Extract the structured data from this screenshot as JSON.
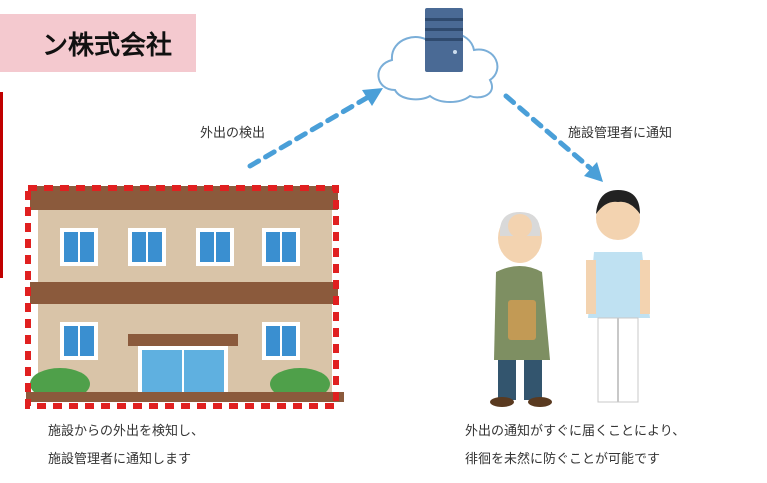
{
  "banner": {
    "company_text": "ン株式会社"
  },
  "labels": {
    "detect_out": "外出の検出",
    "notify_manager": "施設管理者に通知"
  },
  "captions": {
    "left_line1": "施設からの外出を検知し、",
    "left_line2": "施設管理者に通知します",
    "right_line1": "外出の通知がすぐに届くことにより、",
    "right_line2": "徘徊を未然に防ぐことが可能です"
  },
  "colors": {
    "banner_bg": "#f4c9cf",
    "dashed_arrow": "#4a9fd8",
    "dashed_frame": "#e02020",
    "building_wall": "#d9c4a8",
    "building_roof": "#8b5a3c",
    "window": "#3a8fd0"
  },
  "icons": {
    "cloud": "cloud-server-icon",
    "building": "facility-building-icon",
    "elder": "elderly-person-icon",
    "nurse": "caregiver-icon"
  }
}
